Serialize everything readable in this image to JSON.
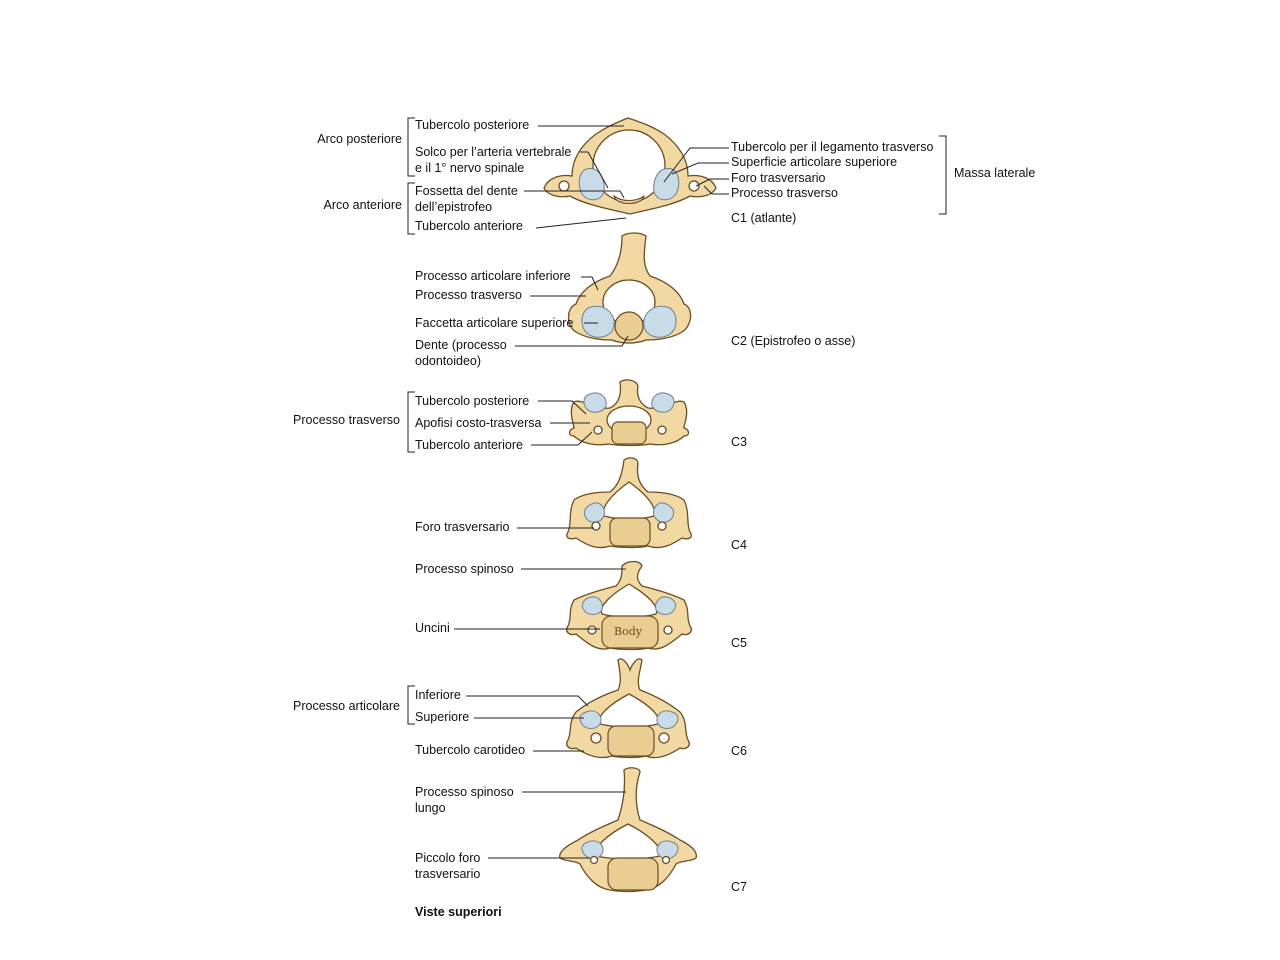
{
  "c1": {
    "groups": {
      "posterior_arch": "Arco posteriore",
      "anterior_arch": "Arco anteriore",
      "lateral_mass": "Massa laterale"
    },
    "labels": {
      "posterior_tubercle": "Tubercolo posteriore",
      "groove_line1": "Solco per l’arteria vertebrale",
      "groove_line2": "e il 1° nervo spinale",
      "dens_fovea_line1": "Fossetta del dente",
      "dens_fovea_line2": "dell’epistrofeo",
      "anterior_tubercle": "Tubercolo anteriore",
      "transverse_ligament_tubercle": "Tubercolo per il legamento trasverso",
      "superior_articular_surface": "Superficie articolare superiore",
      "transverse_foramen": "Foro trasversario",
      "transverse_process": "Processo trasverso"
    },
    "level": "C1 (atlante)"
  },
  "c2": {
    "labels": {
      "inferior_articular_process": "Processo articolare inferiore",
      "transverse_process": "Processo trasverso",
      "superior_articular_facet": "Faccetta articolare superiore",
      "dens_line1": "Dente (processo",
      "dens_line2": "odontoideo)"
    },
    "level": "C2 (Epistrofeo o asse)"
  },
  "c3": {
    "group": "Processo trasverso",
    "labels": {
      "posterior_tubercle": "Tubercolo posteriore",
      "costotransverse": "Apofisi costo-trasversa",
      "anterior_tubercle": "Tubercolo anteriore"
    },
    "level": "C3"
  },
  "c4": {
    "labels": {
      "transverse_foramen": "Foro trasversario"
    },
    "level": "C4"
  },
  "c5": {
    "labels": {
      "spinous_process": "Processo spinoso",
      "uncini": "Uncini"
    },
    "body_text": "Body",
    "level": "C5"
  },
  "c6": {
    "group": "Processo articolare",
    "labels": {
      "inferior": "Inferiore",
      "superior": "Superiore",
      "carotid_tubercle": "Tubercolo carotideo"
    },
    "level": "C6"
  },
  "c7": {
    "labels": {
      "long_spinous_line1": "Processo spinoso",
      "long_spinous_line2": "lungo",
      "small_foramen_line1": "Piccolo foro",
      "small_foramen_line2": "trasversario"
    },
    "level": "C7"
  },
  "footer": "Viste superiori"
}
